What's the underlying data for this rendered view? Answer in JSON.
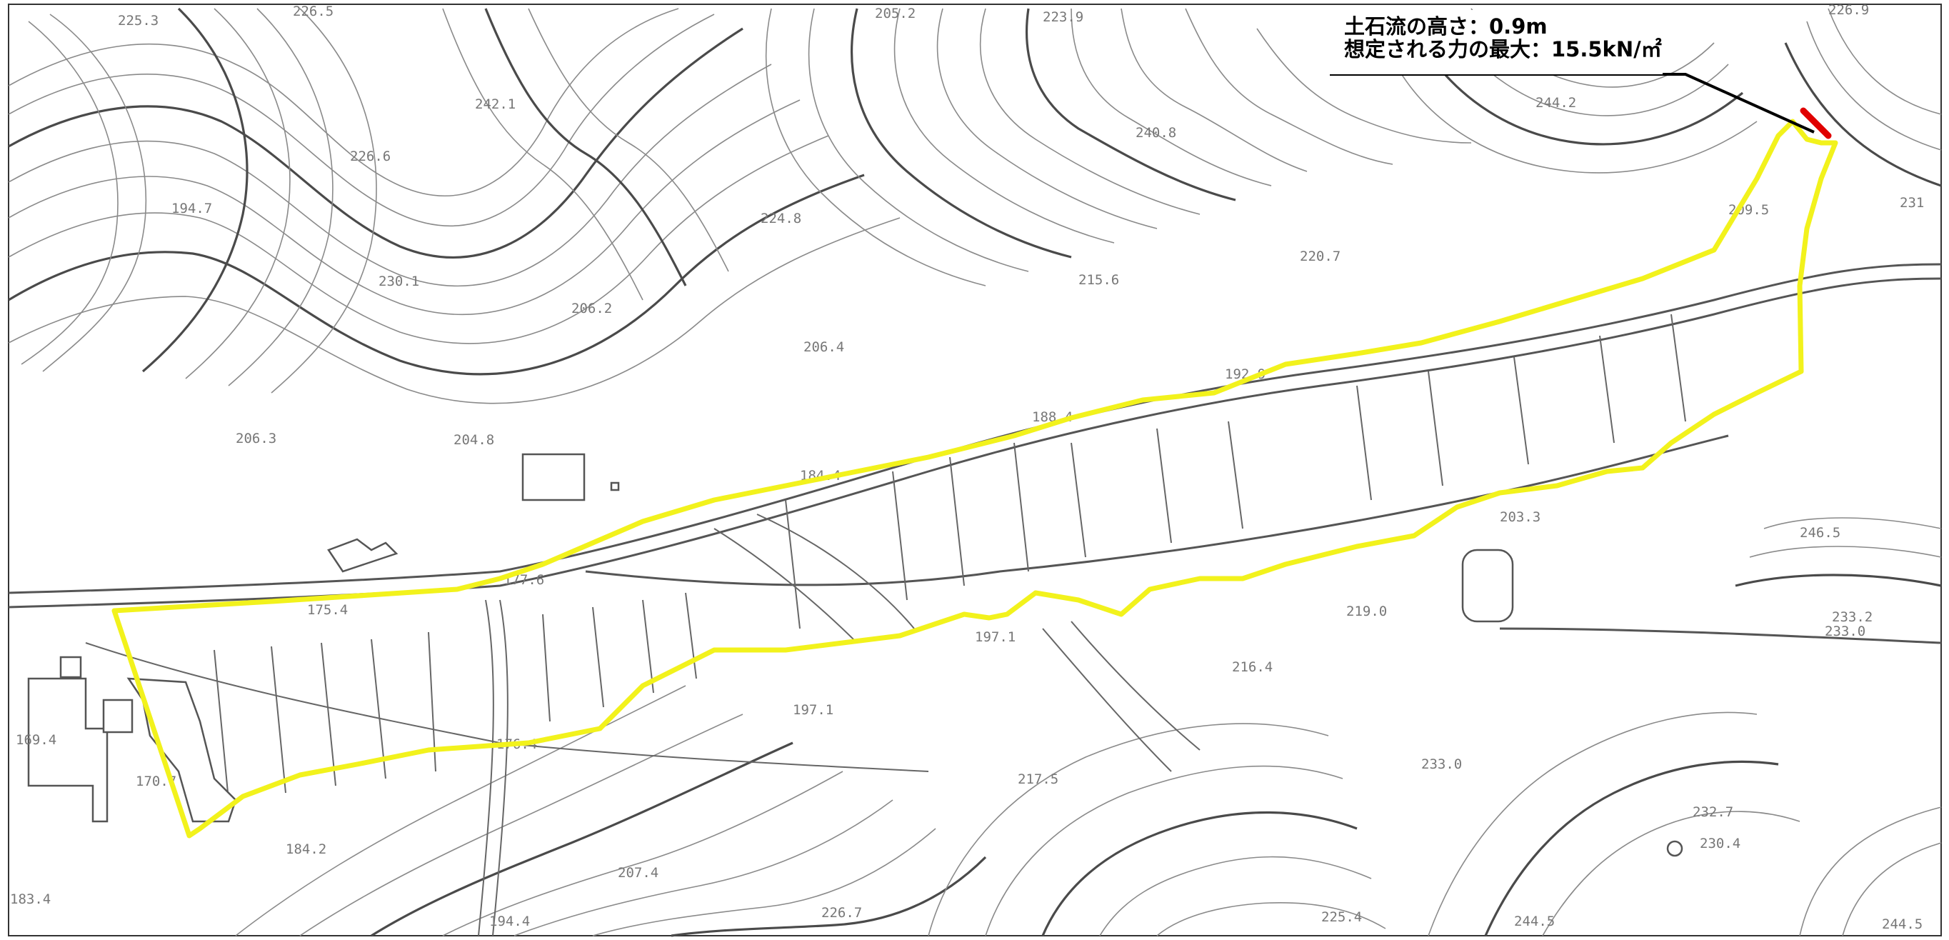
{
  "map": {
    "annotation": {
      "line1": "土石流の高さ：0.9m",
      "line2": "想定される力の最大：15.5kN/㎡"
    },
    "colors": {
      "hazard_outline": "#f2f21c",
      "source_marker": "#e00000",
      "leader_line": "#000000",
      "contour": "#8a8a8a",
      "index_contour": "#4a4a4a"
    },
    "elevation_labels": [
      "225.3",
      "226.5",
      "205.2",
      "223.9",
      "226.9",
      "242.1",
      "226.6",
      "240.8",
      "244.2",
      "194.7",
      "224.8",
      "231",
      "230.1",
      "206.2",
      "215.6",
      "220.7",
      "209.5",
      "206.4",
      "192.9",
      "206.3",
      "204.8",
      "188.4",
      "184.4",
      "177.6",
      "175.4",
      "203.3",
      "246.5",
      "219.0",
      "233.2",
      "233.0",
      "197.1",
      "216.4",
      "197.1",
      "169.4",
      "170.7",
      "176.4",
      "217.5",
      "233.0",
      "184.2",
      "232.7",
      "230.4",
      "183.4",
      "207.4",
      "226.7",
      "194.4",
      "225.4",
      "244.5",
      "244.5"
    ]
  }
}
